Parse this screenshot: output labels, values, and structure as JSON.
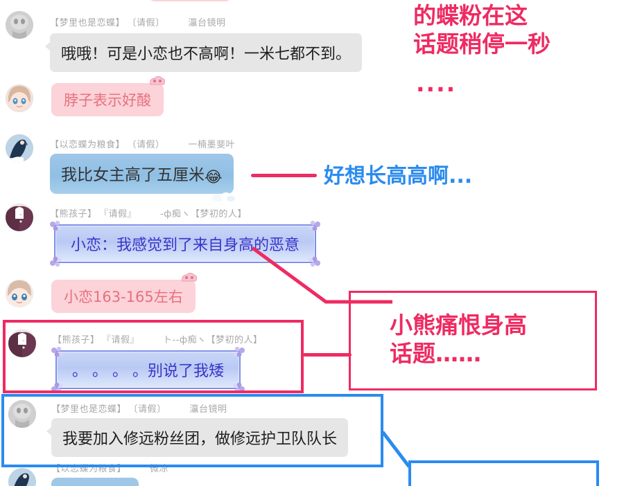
{
  "chat": {
    "messages": [
      {
        "id": "m0",
        "nick_main": "",
        "nick_tag": "",
        "nick_tail": "",
        "text": "",
        "style": "pink-partial"
      },
      {
        "id": "m1",
        "nick_main": "【梦里也是恋蝶】",
        "nick_tag": "〔请假〕",
        "nick_tail": "灜台镜明",
        "text": "哦哦！可是小恋也不高啊！一米七都不到。",
        "style": "gray"
      },
      {
        "id": "m2",
        "nick_main": "",
        "nick_tag": "",
        "nick_tail": "",
        "text": "脖子表示好酸",
        "style": "pink"
      },
      {
        "id": "m3",
        "nick_main": "【以恋蝶为粮食】",
        "nick_tag": "（请假）",
        "nick_tail": "一楠墨斐叶",
        "text": "我比女主高了五厘米",
        "emoji": "😂",
        "style": "blue"
      },
      {
        "id": "m4",
        "nick_main": "【熊孩子】",
        "nick_tag": "『请假』",
        "nick_tail": "-ф痴ヽ【梦初的人】",
        "text": "小恋：我感觉到了来自身高的恶意",
        "style": "lavender"
      },
      {
        "id": "m5",
        "nick_main": "",
        "nick_tag": "",
        "nick_tail": "",
        "text": "小恋163-165左右",
        "style": "pink"
      },
      {
        "id": "m6",
        "nick_main": "【熊孩子】",
        "nick_tag": "『请假』",
        "nick_tail": "ト--ф痴ヽ【梦初的人】",
        "text": "。 。 。 。别说了我矮",
        "style": "lavender"
      },
      {
        "id": "m7",
        "nick_main": "【梦里也是恋蝶】",
        "nick_tag": "〔请假〕",
        "nick_tail": "灜台镜明",
        "text": "我要加入修远粉丝团，做修远护卫队队长",
        "style": "gray"
      },
      {
        "id": "m8",
        "nick_main": "【以恋蝶为粮食】",
        "nick_tag": "",
        "nick_tail": "微凉",
        "text": "",
        "style": "blue-partial"
      }
    ]
  },
  "annotations": {
    "note_top": "的蝶粉在这\n话题稍停一秒",
    "note_top_dots": "....",
    "note_mid": "好想长高高啊...",
    "note_box": "小熊痛恨身高\n话题……",
    "note_bottom": ""
  },
  "colors": {
    "pink_accent": "#ee2b62",
    "blue_accent": "#2b8bee",
    "gray_bubble": "#e6e6e6",
    "pink_bubble": "#fbd3d8",
    "blue_bubble": "#9fc7e8",
    "lavender_bubble": "#c9d6f7",
    "nick_text": "#a8a8a8"
  }
}
